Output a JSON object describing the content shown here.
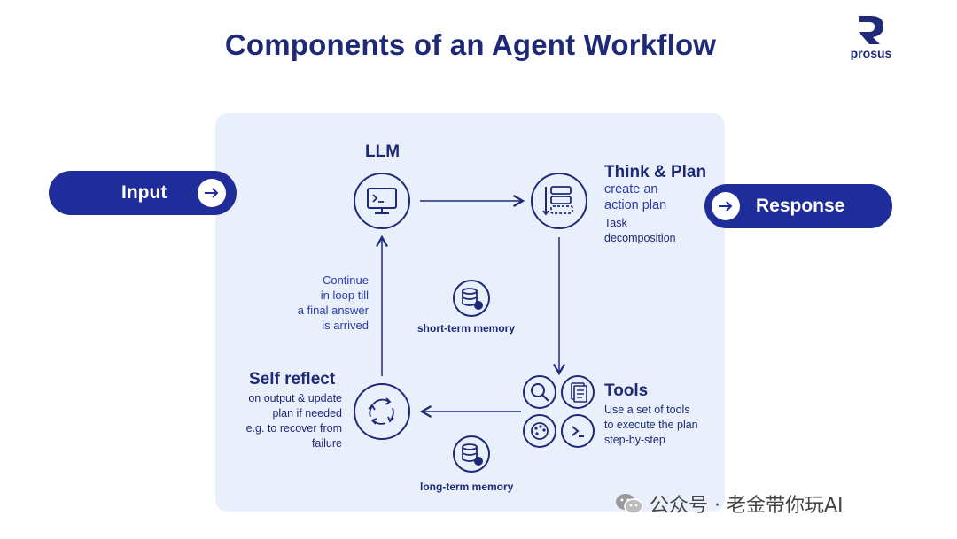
{
  "title": "Components of an Agent Workflow",
  "logo": {
    "text": "prosus",
    "icon": "prosus-logo-icon"
  },
  "input": {
    "label": "Input",
    "icon": "arrow-right-icon"
  },
  "response": {
    "label": "Response",
    "icon": "arrow-right-icon"
  },
  "llm": {
    "label": "LLM",
    "icon": "terminal-monitor-icon"
  },
  "think_plan": {
    "label": "Think & Plan",
    "sub1": "create an",
    "sub2": "action plan",
    "note1": "Task",
    "note2": "decomposition",
    "icon": "plan-list-icon"
  },
  "tools": {
    "label": "Tools",
    "line1": "Use a set of tools",
    "line2": "to execute the plan",
    "line3": "step-by-step",
    "icons": [
      "search-icon",
      "documents-icon",
      "palette-icon",
      "terminal-icon"
    ]
  },
  "self_reflect": {
    "label": "Self reflect",
    "line1": "on output & update",
    "line2": "plan if needed",
    "line3": "e.g. to recover from",
    "line4": "failure",
    "icon": "refresh-cycle-icon"
  },
  "loop_note": {
    "line1": "Continue",
    "line2": "in loop till",
    "line3": "a final answer",
    "line4": "is arrived"
  },
  "short_memory": {
    "label": "short-term memory",
    "icon": "database-clock-icon"
  },
  "long_memory": {
    "label": "long-term memory",
    "icon": "database-clock-icon"
  },
  "watermark": {
    "text": "公众号 · 老金带你玩AI",
    "icon": "wechat-icon"
  },
  "colors": {
    "navy": "#1e2a78",
    "pill": "#1f2d9a",
    "panel": "#eaf0fb"
  }
}
